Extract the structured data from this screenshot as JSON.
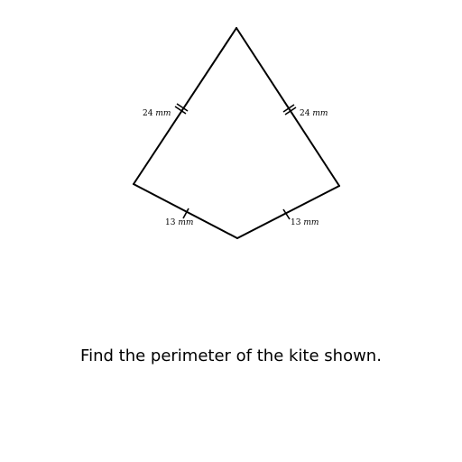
{
  "kite": {
    "upper_left_side": {
      "value": "24",
      "unit": "mm",
      "tick_marks": 2
    },
    "upper_right_side": {
      "value": "24",
      "unit": "mm",
      "tick_marks": 2
    },
    "lower_left_side": {
      "value": "13",
      "unit": "mm",
      "tick_marks": 1
    },
    "lower_right_side": {
      "value": "13",
      "unit": "mm",
      "tick_marks": 1
    }
  },
  "question": "Find the perimeter of the kite shown."
}
